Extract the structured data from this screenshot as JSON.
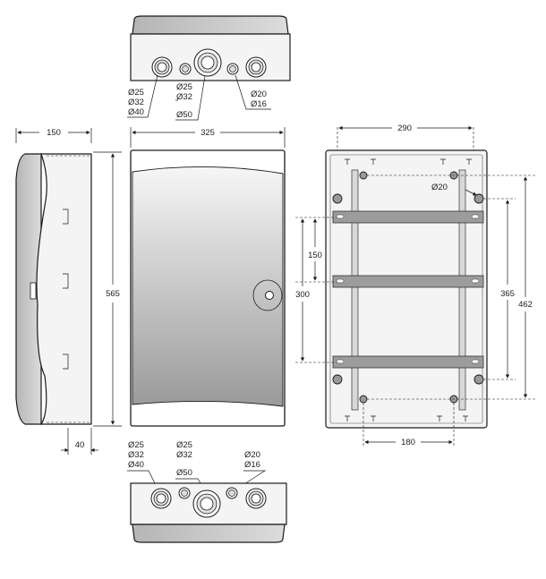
{
  "top_view": {
    "holes_left": [
      "Ø25",
      "Ø32",
      "Ø40"
    ],
    "holes_mid": [
      "Ø25",
      "Ø32"
    ],
    "hole_center": "Ø50",
    "holes_right": [
      "Ø20",
      "Ø16"
    ]
  },
  "side_view": {
    "depth": "150",
    "height": "565",
    "bottom_offset": "40"
  },
  "front_view": {
    "width": "325"
  },
  "back_view": {
    "width": "290",
    "hole": "Ø20",
    "rail_pitch": "150",
    "span_300": "300",
    "span_365": "365",
    "span_462": "462",
    "bottom_span": "180"
  },
  "bottom_view": {
    "holes_left": [
      "Ø25",
      "Ø32",
      "Ø40"
    ],
    "holes_mid": [
      "Ø25",
      "Ø32"
    ],
    "hole_center": "Ø50",
    "holes_right": [
      "Ø20",
      "Ø16"
    ]
  }
}
